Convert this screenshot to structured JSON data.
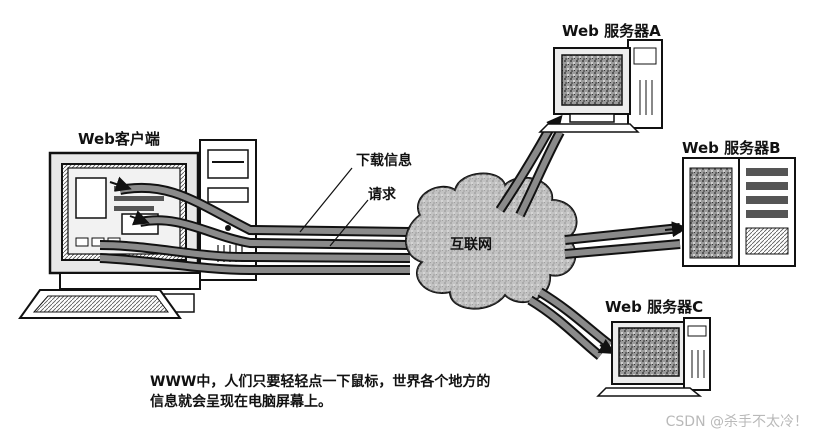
{
  "labels": {
    "client": "Web客户端",
    "server_a": "Web 服务器A",
    "server_b": "Web 服务器B",
    "server_c": "Web 服务器C",
    "download": "下载信息",
    "request": "请求",
    "internet": "互联网"
  },
  "caption": {
    "line1": "WWW中，人们只要轻轻点一下鼠标，世界各个地方的",
    "line2": "信息就会呈现在电脑屏幕上。"
  },
  "watermark": "CSDN @杀手不太冷！"
}
